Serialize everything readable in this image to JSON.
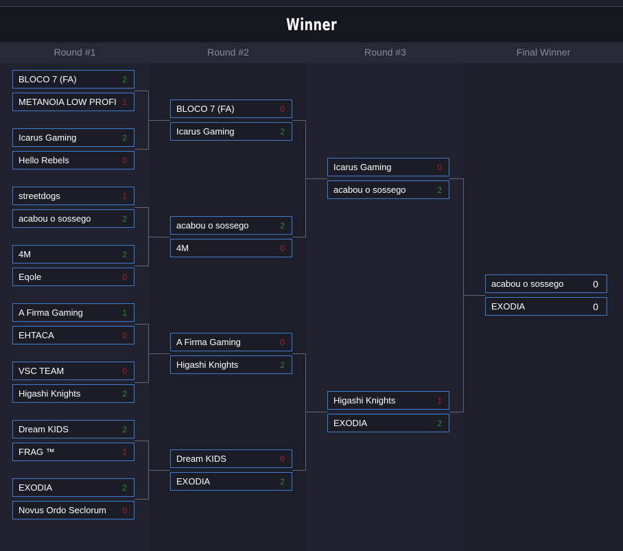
{
  "title": "Winner",
  "rounds": [
    {
      "label": "Round #1"
    },
    {
      "label": "Round #2"
    },
    {
      "label": "Round #3"
    },
    {
      "label": "Final Winner"
    }
  ],
  "colors": {
    "win": "#2e8b2e",
    "lose": "#a62323",
    "border": "#3f7ed4"
  },
  "round1": [
    {
      "top": {
        "name": "BLOCO 7 (FA)",
        "score": "2"
      },
      "bottom": {
        "name": "METANOIA LOW PROFI",
        "score": "1"
      }
    },
    {
      "top": {
        "name": "Icarus Gaming",
        "score": "2"
      },
      "bottom": {
        "name": "Hello Rebels",
        "score": "0"
      }
    },
    {
      "top": {
        "name": "streetdogs",
        "score": "1"
      },
      "bottom": {
        "name": "acabou o sossego",
        "score": "2"
      }
    },
    {
      "top": {
        "name": "4M",
        "score": "2"
      },
      "bottom": {
        "name": "Eqole",
        "score": "0"
      }
    },
    {
      "top": {
        "name": "A Firma Gaming",
        "score": "1"
      },
      "bottom": {
        "name": "EHTACA",
        "score": "0"
      }
    },
    {
      "top": {
        "name": "VSC TEAM",
        "score": "0"
      },
      "bottom": {
        "name": "Higashi Knights",
        "score": "2"
      }
    },
    {
      "top": {
        "name": "Dream KIDS",
        "score": "2"
      },
      "bottom": {
        "name": "FRAG ™",
        "score": "1"
      }
    },
    {
      "top": {
        "name": "EXODIA",
        "score": "2"
      },
      "bottom": {
        "name": "Novus Ordo Seclorum",
        "score": "0"
      }
    }
  ],
  "round2": [
    {
      "top": {
        "name": "BLOCO 7 (FA)",
        "score": "0"
      },
      "bottom": {
        "name": "Icarus Gaming",
        "score": "2"
      }
    },
    {
      "top": {
        "name": "acabou o sossego",
        "score": "2"
      },
      "bottom": {
        "name": "4M",
        "score": "0"
      }
    },
    {
      "top": {
        "name": "A Firma Gaming",
        "score": "0"
      },
      "bottom": {
        "name": "Higashi Knights",
        "score": "2"
      }
    },
    {
      "top": {
        "name": "Dream KIDS",
        "score": "0"
      },
      "bottom": {
        "name": "EXODIA",
        "score": "2"
      }
    }
  ],
  "round3": [
    {
      "top": {
        "name": "Icarus Gaming",
        "score": "0"
      },
      "bottom": {
        "name": "acabou o sossego",
        "score": "2"
      }
    },
    {
      "top": {
        "name": "Higashi Knights",
        "score": "1"
      },
      "bottom": {
        "name": "EXODIA",
        "score": "2"
      }
    }
  ],
  "final": [
    {
      "top": {
        "name": "acabou o sossego",
        "score": "0"
      },
      "bottom": {
        "name": "EXODIA",
        "score": "0"
      }
    }
  ]
}
